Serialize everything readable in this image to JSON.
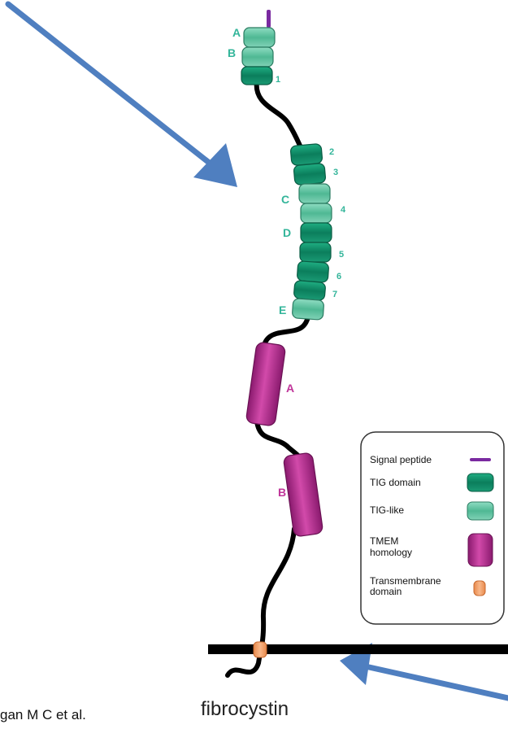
{
  "colors": {
    "tig_domain": "#0e8c66",
    "tig_like": "#5bc4a2",
    "tmem": "#b02a8c",
    "signal_peptide": "#7a2aa0",
    "transmembrane": "#f4a26a",
    "arrow": "#4f7fc0",
    "label_teal": "#33b59a",
    "label_magenta": "#c0359a"
  },
  "domain_labels": {
    "a": "A",
    "b": "B",
    "c": "C",
    "d": "D",
    "e": "E",
    "tmem_a": "A",
    "tmem_b": "B"
  },
  "domain_numbers": [
    "1",
    "2",
    "3",
    "4",
    "5",
    "6",
    "7"
  ],
  "legend": {
    "signal_peptide": "Signal peptide",
    "tig_domain": "TIG domain",
    "tig_like": "TIG-like",
    "tmem_line1": "TMEM",
    "tmem_line2": "homology",
    "tm_line1": "Transmembrane",
    "tm_line2": "domain"
  },
  "citation": "gan M C et al.",
  "protein_name": "fibrocystin"
}
